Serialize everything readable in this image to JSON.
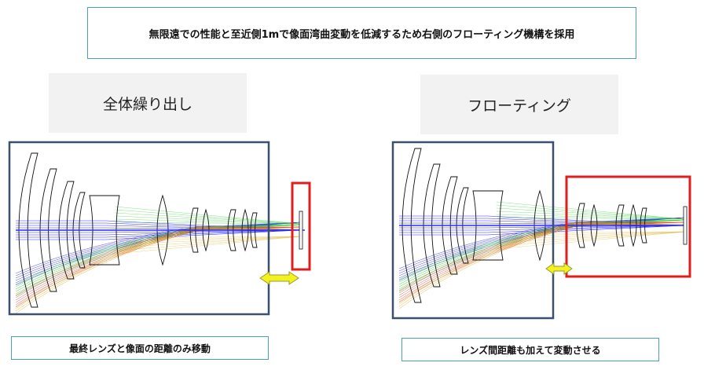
{
  "header": {
    "text": "無限遠での性能と至近側1mで像面湾曲変動を低減するため右側のフローティング機構を採用"
  },
  "left": {
    "title": "全体繰り出し",
    "caption": "最終レンズと像面の距離のみ移動"
  },
  "right": {
    "title": "フローティング",
    "caption": "レンズ間距離も加えて変動させる"
  },
  "colors": {
    "navy_frame": "#3b4f6e",
    "red_frame": "#e01e1e",
    "arrow_fill": "#f2f21e",
    "teal_border": "#4aa3ad",
    "ray_blue": "#2a2aff",
    "ray_green": "#22cc22",
    "ray_red": "#e04040"
  }
}
